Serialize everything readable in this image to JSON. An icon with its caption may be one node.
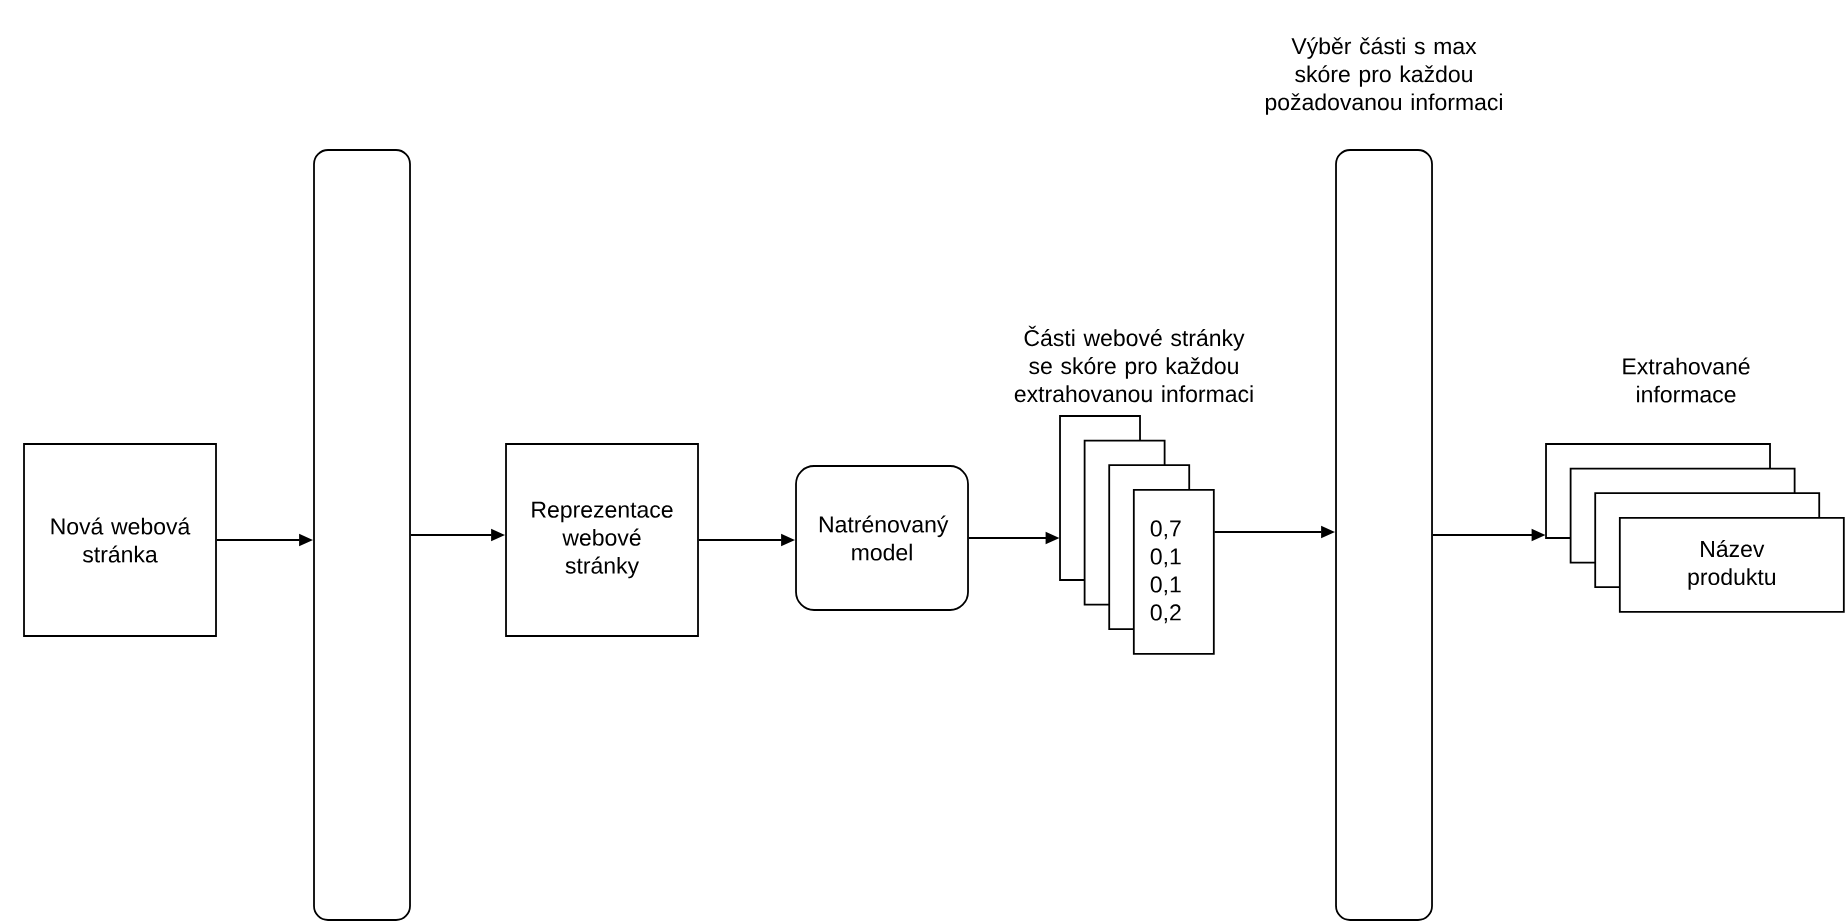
{
  "diagram": {
    "nodes": [
      {
        "text": [
          "Nová webová stránka"
        ]
      },
      {
        "text": [],
        "shape": "bar"
      },
      {
        "text": [
          "Reprezentace webové stránky"
        ]
      },
      {
        "text": [
          "Natrénovaný model"
        ]
      },
      {
        "text": [
          "Části webové stránky se skóre pro každou extrahovanou informaci",
          "0,7 0,1 0,1 0,2"
        ]
      },
      {
        "text": [
          "Výběr části s max skóre pro každou požadovanou informaci"
        ]
      },
      {
        "text": [
          "Extrahované informace",
          "Název produktu"
        ]
      }
    ],
    "edges": [
      {
        "from": 0,
        "to": 1,
        "arrow": "to"
      },
      {
        "from": 1,
        "to": 2,
        "arrow": "to"
      },
      {
        "from": 2,
        "to": 3,
        "arrow": "to"
      },
      {
        "from": 3,
        "to": 4,
        "arrow": "to"
      },
      {
        "from": 4,
        "to": 5,
        "arrow": "to"
      },
      {
        "from": 5,
        "to": 6,
        "arrow": "to"
      }
    ]
  }
}
